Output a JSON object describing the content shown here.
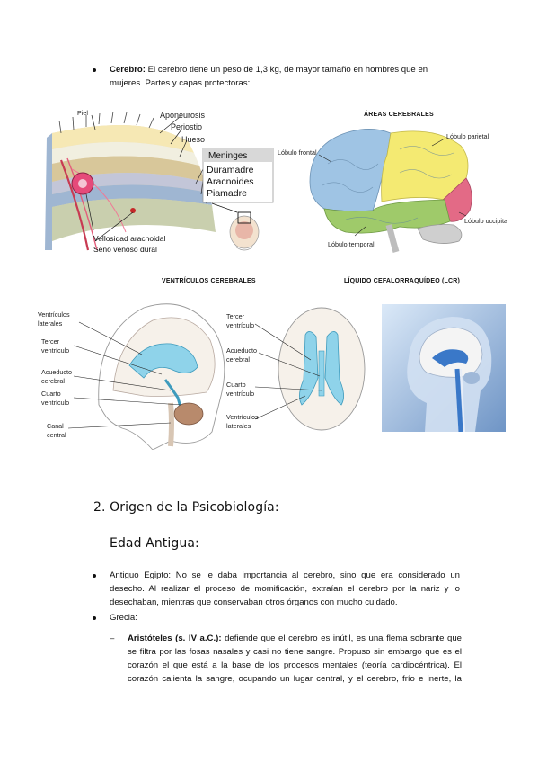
{
  "cerebro_bullet": {
    "term": "Cerebro:",
    "text": " El cerebro tiene un peso de 1,3 kg, de mayor tamaño en hombres que en mujeres. Partes y capas protectoras:"
  },
  "meninges_fig": {
    "piel": "Piel",
    "aponeurosis": "Aponeurosis",
    "periostio": "Periostio",
    "hueso": "Hueso",
    "meninges": "Meninges",
    "duramadre": "Duramadre",
    "aracnoides": "Aracnoides",
    "piamadre": "Piamadre",
    "vellosidad": "Vellosidad aracnoidal",
    "seno": "Seno venoso dural"
  },
  "areas_fig": {
    "title": "ÁREAS CEREBRALES",
    "frontal": "Lóbulo frontal",
    "parietal": "Lóbulo parietal",
    "occipital": "Lóbulo occipital",
    "temporal": "Lóbulo temporal"
  },
  "ventriculos_fig": {
    "title": "VENTRÍCULOS CEREBRALES",
    "laterales": [
      "Ventrículos",
      "laterales"
    ],
    "tercer": [
      "Tercer",
      "ventrículo"
    ],
    "acueducto": [
      "Acueducto",
      "cerebral"
    ],
    "cuarto": [
      "Cuarto",
      "ventrículo"
    ],
    "canal": [
      "Canal",
      "central"
    ]
  },
  "lcr_fig": {
    "title": "LÍQUIDO CEFALORRAQUÍDEO (LCR)"
  },
  "section": {
    "heading": "2.  Origen de la Psicobiología:",
    "subheading": "Edad Antigua:"
  },
  "egipto": {
    "lines": [
      "Antiguo Egipto: No se le daba importancia al cerebro, sino que era considerado un",
      "desecho. Al realizar el proceso de momificación, extraían el cerebro por la nariz y lo",
      "desechaban, mientras que conservaban otros órganos con mucho cuidado."
    ]
  },
  "grecia": {
    "label": "Grecia:"
  },
  "aristoteles": {
    "term": "Aristóteles (s. IV a.C.):",
    "line1": " defiende que el cerebro es inútil, es una flema sobrante que",
    "lines": [
      "se filtra por las fosas nasales y casi no tiene sangre. Propuso sin embargo que es el",
      "corazón el que está a la base de los procesos mentales (teoría cardiocéntrica). El",
      "corazón calienta la sangre, ocupando un lugar central, y el cerebro, frío e inerte, la"
    ]
  },
  "colors": {
    "frontal": "#9fc4e4",
    "parietal": "#f4ea72",
    "occipital": "#e36a86",
    "temporal": "#9fca6a",
    "cerebellum": "#cfcfcf",
    "ventricle": "#8fd3ea"
  }
}
